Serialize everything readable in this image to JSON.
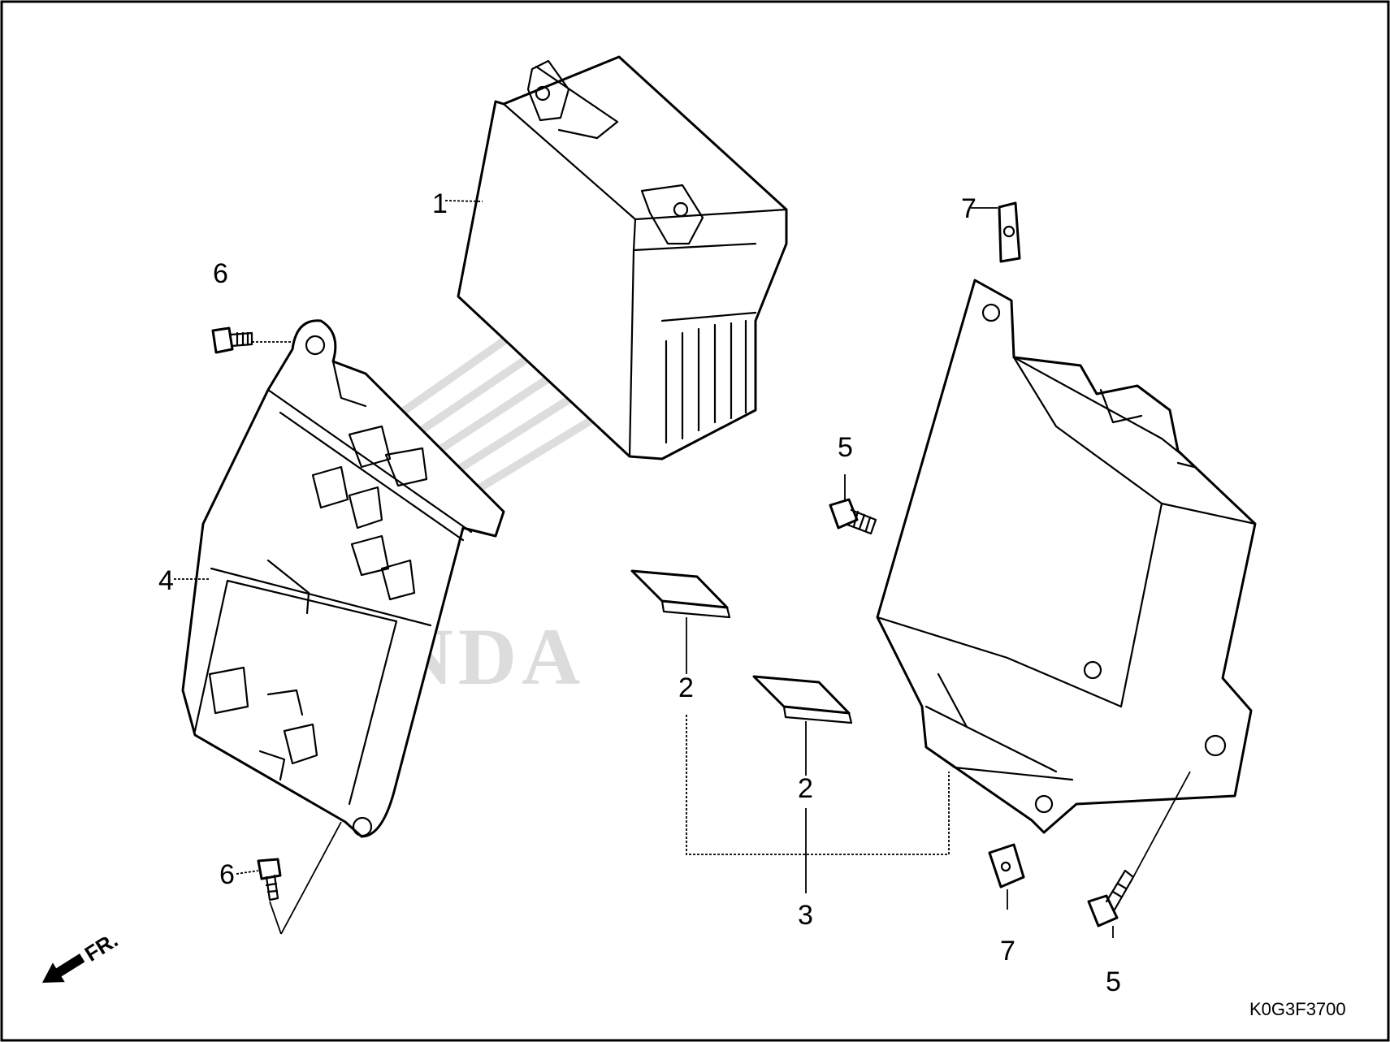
{
  "watermark": {
    "brand": "HONDA"
  },
  "callouts": {
    "battery": "1",
    "pad_a": "2",
    "pad_b": "2",
    "pad_assembly": "3",
    "battery_box": "4",
    "bolt_upper": "5",
    "bolt_lower": "5",
    "screw_upper": "6",
    "screw_lower": "6",
    "clip_upper": "7",
    "clip_lower": "7"
  },
  "front_indicator": {
    "label": "FR.",
    "icon": "front-direction-arrow-icon"
  },
  "diagram_code": "K0G3F3700"
}
